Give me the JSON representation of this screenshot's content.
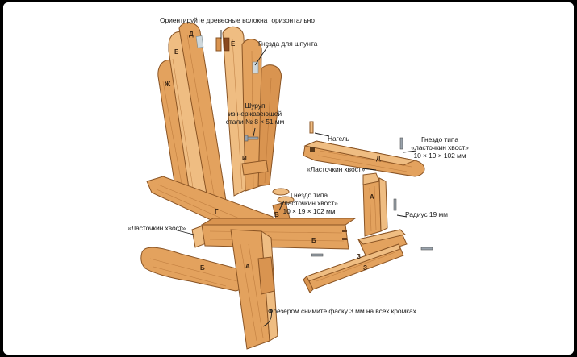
{
  "annotations": {
    "grain_orientation": "Ориентируйте древесные волокна горизонтально",
    "tenon_slots": "Гнезда для шпунта",
    "screw_line1": "Шуруп",
    "screw_line2": "из нержавеющей",
    "screw_line3": "стали № 8 × 51 мм",
    "dowel": "Нагель",
    "dovetail_slot_right_line1": "Гнездо типа",
    "dovetail_slot_right_line2": "«ласточкин хвост»",
    "dovetail_slot_right_line3": "10 × 19 × 102 мм",
    "dovetail_right": "«Ласточкин хвост»",
    "dovetail_slot_center_line1": "Гнездо типа",
    "dovetail_slot_center_line2": "«ласточкин хвост»",
    "dovetail_slot_center_line3": "10 × 19 × 102 мм",
    "radius": "Радиус 19 мм",
    "dovetail_left": "«Ласточкин хвост»",
    "chamfer": "Фрезером снимите фаску 3 мм на всех кромках"
  },
  "part_letters": {
    "d_top": "Д",
    "e_top_left": "Е",
    "e_top_right": "Е",
    "zh": "Ж",
    "i": "И",
    "d_arm": "Д",
    "a_leg_right": "А",
    "g": "Г",
    "v": "В",
    "b_rail": "Б",
    "b_side": "Б",
    "a_leg_front": "А",
    "z_upper": "З",
    "z_lower": "З"
  },
  "colors": {
    "background": "#ffffff",
    "frame": "#000000",
    "wood": "#e3a25e",
    "wood_outline": "#8a5424"
  }
}
